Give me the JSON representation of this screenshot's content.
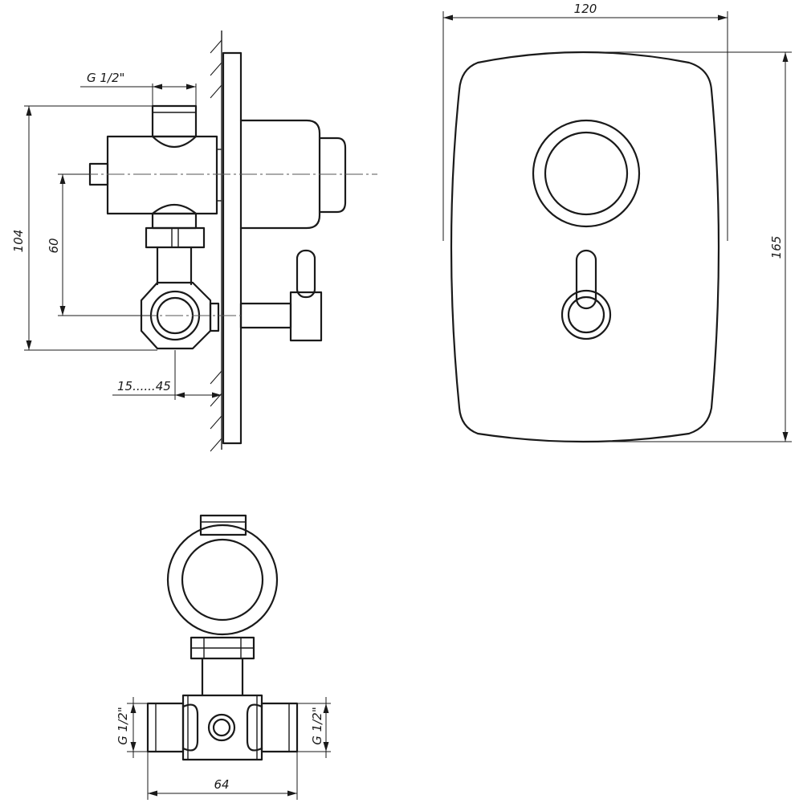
{
  "dimensions": {
    "top_thread": "G 1/2\"",
    "height_104": "104",
    "height_60": "60",
    "depth_range": "15......45",
    "plate_width": "120",
    "plate_height": "165",
    "left_thread": "G 1/2\"",
    "right_thread": "G 1/2\"",
    "bottom_width": "64"
  }
}
